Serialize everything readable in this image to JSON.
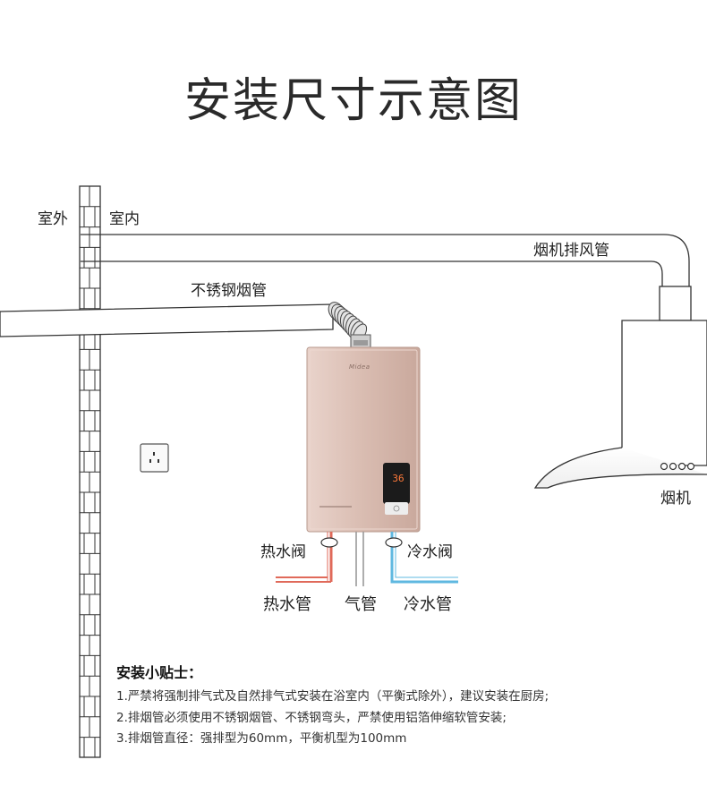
{
  "title": "安装尺寸示意图",
  "labels": {
    "outdoor": "室外",
    "indoor": "室内",
    "hood_exhaust_pipe": "烟机排风管",
    "stainless_flue": "不锈钢烟管",
    "range_hood": "烟机",
    "hot_water_valve": "热水阀",
    "cold_water_valve": "冷水阀",
    "hot_water_pipe": "热水管",
    "gas_pipe": "气管",
    "cold_water_pipe": "冷水管"
  },
  "heater": {
    "brand": "Midea",
    "display_temp": "36"
  },
  "tips": {
    "heading": "安装小贴士：",
    "items": [
      "1.严禁将强制排气式及自然排气式安装在浴室内（平衡式除外），建议安装在厨房;",
      "2.排烟管必须使用不锈钢烟管、不锈钢弯头，严禁使用铝箔伸缩软管安装;",
      "3.排烟管直径：强排型为60mm，平衡机型为100mm"
    ]
  },
  "colors": {
    "heater_body": "#dcc0b6",
    "hot_pipe": "#e06a5a",
    "cold_pipe": "#5fb8e0",
    "line": "#333333"
  }
}
